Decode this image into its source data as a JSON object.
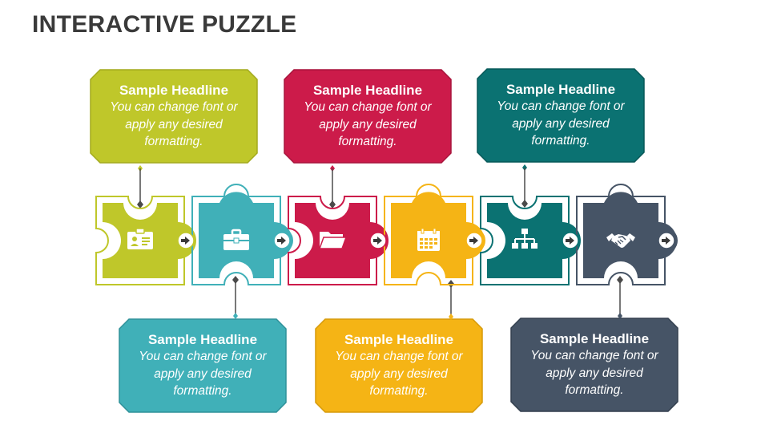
{
  "title": "INTERACTIVE PUZZLE",
  "colors": {
    "lime": "#bfc72a",
    "teal": "#40b0b8",
    "crimson": "#cc1b4a",
    "amber": "#f5b415",
    "darkteal": "#0b7272",
    "slate": "#465466"
  },
  "cards": [
    {
      "headline": "Sample Headline",
      "body": "You can change font or apply any desired formatting."
    },
    {
      "headline": "Sample Headline",
      "body": "You can change font or apply any desired formatting."
    },
    {
      "headline": "Sample Headline",
      "body": "You can change font or apply any desired formatting."
    },
    {
      "headline": "Sample Headline",
      "body": "You can change font or apply any desired formatting."
    },
    {
      "headline": "Sample Headline",
      "body": "You can change font or apply any desired formatting."
    },
    {
      "headline": "Sample Headline",
      "body": "You can change font or apply any desired formatting."
    }
  ],
  "pieces": [
    {
      "icon": "id-card-icon"
    },
    {
      "icon": "briefcase-icon"
    },
    {
      "icon": "folder-icon"
    },
    {
      "icon": "calendar-icon"
    },
    {
      "icon": "org-chart-icon"
    },
    {
      "icon": "handshake-icon"
    }
  ]
}
